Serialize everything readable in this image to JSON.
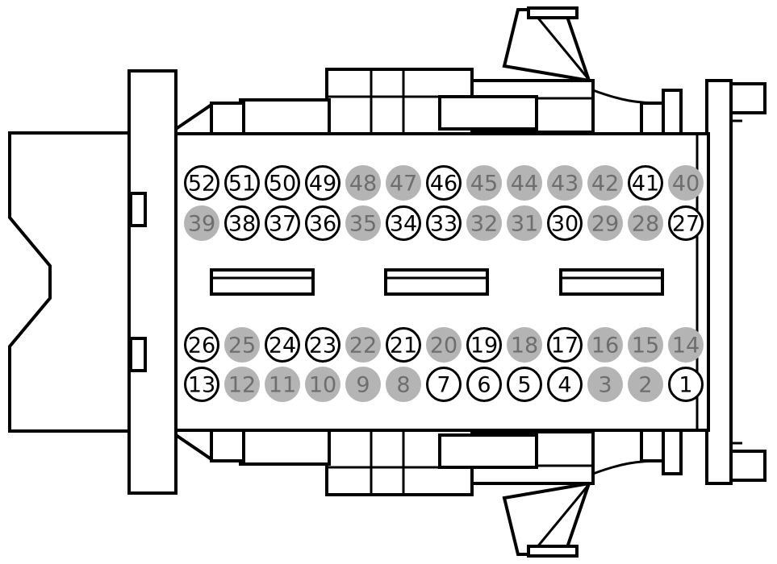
{
  "colors": {
    "outline": "#000000",
    "background": "#ffffff",
    "pin_used_fill": "#ffffff",
    "pin_used_stroke": "#000000",
    "pin_used_text": "#000000",
    "pin_empty_fill": "#b4b4b4",
    "pin_empty_text": "#6e6e6e"
  },
  "pin_rows": [
    {
      "name": "row-top-1",
      "pins": [
        {
          "label": "52",
          "used": true
        },
        {
          "label": "51",
          "used": true
        },
        {
          "label": "50",
          "used": true
        },
        {
          "label": "49",
          "used": true
        },
        {
          "label": "48",
          "used": false
        },
        {
          "label": "47",
          "used": false
        },
        {
          "label": "46",
          "used": true
        },
        {
          "label": "45",
          "used": false
        },
        {
          "label": "44",
          "used": false
        },
        {
          "label": "43",
          "used": false
        },
        {
          "label": "42",
          "used": false
        },
        {
          "label": "41",
          "used": true
        },
        {
          "label": "40",
          "used": false
        }
      ]
    },
    {
      "name": "row-top-2",
      "pins": [
        {
          "label": "39",
          "used": false
        },
        {
          "label": "38",
          "used": true
        },
        {
          "label": "37",
          "used": true
        },
        {
          "label": "36",
          "used": true
        },
        {
          "label": "35",
          "used": false
        },
        {
          "label": "34",
          "used": true
        },
        {
          "label": "33",
          "used": true
        },
        {
          "label": "32",
          "used": false
        },
        {
          "label": "31",
          "used": false
        },
        {
          "label": "30",
          "used": true
        },
        {
          "label": "29",
          "used": false
        },
        {
          "label": "28",
          "used": false
        },
        {
          "label": "27",
          "used": true
        }
      ]
    },
    {
      "name": "row-bottom-1",
      "pins": [
        {
          "label": "26",
          "used": true
        },
        {
          "label": "25",
          "used": false
        },
        {
          "label": "24",
          "used": true
        },
        {
          "label": "23",
          "used": true
        },
        {
          "label": "22",
          "used": false
        },
        {
          "label": "21",
          "used": true
        },
        {
          "label": "20",
          "used": false
        },
        {
          "label": "19",
          "used": true
        },
        {
          "label": "18",
          "used": false
        },
        {
          "label": "17",
          "used": true
        },
        {
          "label": "16",
          "used": false
        },
        {
          "label": "15",
          "used": false
        },
        {
          "label": "14",
          "used": false
        }
      ]
    },
    {
      "name": "row-bottom-2",
      "pins": [
        {
          "label": "13",
          "used": true
        },
        {
          "label": "12",
          "used": false
        },
        {
          "label": "11",
          "used": false
        },
        {
          "label": "10",
          "used": false
        },
        {
          "label": "9",
          "used": false
        },
        {
          "label": "8",
          "used": false
        },
        {
          "label": "7",
          "used": true
        },
        {
          "label": "6",
          "used": true
        },
        {
          "label": "5",
          "used": true
        },
        {
          "label": "4",
          "used": true
        },
        {
          "label": "3",
          "used": false
        },
        {
          "label": "2",
          "used": false
        },
        {
          "label": "1",
          "used": true
        }
      ]
    }
  ]
}
